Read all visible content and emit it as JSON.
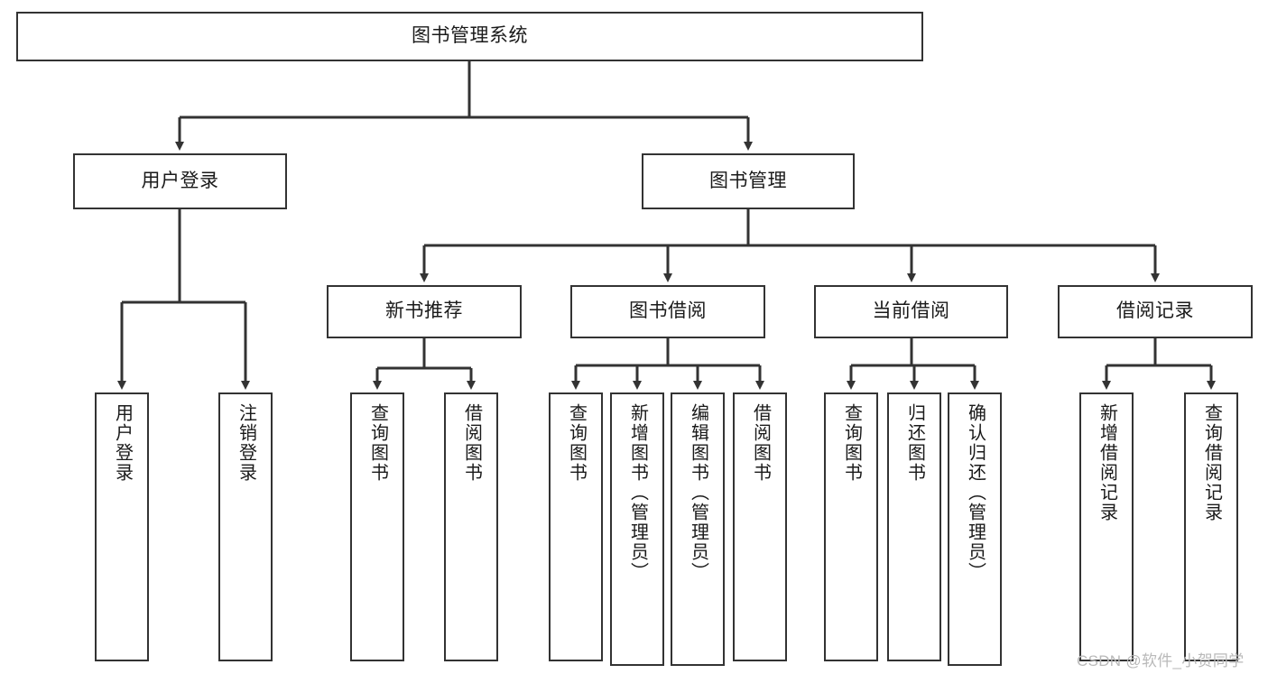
{
  "diagram": {
    "type": "tree-hierarchy-chart",
    "title": "图书管理系统",
    "root": {
      "id": "root",
      "label": "图书管理系统",
      "orientation": "horizontal"
    },
    "level2": [
      {
        "id": "user-login",
        "label": "用户登录",
        "orientation": "horizontal"
      },
      {
        "id": "book-management",
        "label": "图书管理",
        "orientation": "horizontal"
      }
    ],
    "level3": [
      {
        "id": "new-book-recommend",
        "label": "新书推荐",
        "orientation": "horizontal",
        "parent": "book-management"
      },
      {
        "id": "book-borrow",
        "label": "图书借阅",
        "orientation": "horizontal",
        "parent": "book-management"
      },
      {
        "id": "current-borrow",
        "label": "当前借阅",
        "orientation": "horizontal",
        "parent": "book-management"
      },
      {
        "id": "borrow-record",
        "label": "借阅记录",
        "orientation": "horizontal",
        "parent": "book-management"
      }
    ],
    "leaves": [
      {
        "id": "leaf-user-login",
        "label": "用户登录",
        "parent": "user-login"
      },
      {
        "id": "leaf-logout-login",
        "label": "注销登录",
        "parent": "user-login"
      },
      {
        "id": "leaf-query-book-1",
        "label": "查询图书",
        "parent": "new-book-recommend"
      },
      {
        "id": "leaf-borrow-book-1",
        "label": "借阅图书",
        "parent": "new-book-recommend"
      },
      {
        "id": "leaf-query-book-2",
        "label": "查询图书",
        "parent": "book-borrow"
      },
      {
        "id": "leaf-add-book",
        "label": "新增图书（管理员）",
        "parent": "book-borrow"
      },
      {
        "id": "leaf-edit-book",
        "label": "编辑图书（管理员）",
        "parent": "book-borrow"
      },
      {
        "id": "leaf-borrow-book-2",
        "label": "借阅图书",
        "parent": "book-borrow"
      },
      {
        "id": "leaf-query-book-3",
        "label": "查询图书",
        "parent": "current-borrow"
      },
      {
        "id": "leaf-return-book",
        "label": "归还图书",
        "parent": "current-borrow"
      },
      {
        "id": "leaf-confirm-return",
        "label": "确认归还（管理员）",
        "parent": "current-borrow"
      },
      {
        "id": "leaf-add-record",
        "label": "新增借阅记录",
        "parent": "borrow-record"
      },
      {
        "id": "leaf-query-record",
        "label": "查询借阅记录",
        "parent": "borrow-record"
      }
    ],
    "colors": {
      "box_border": "#333333",
      "box_fill": "#ffffff",
      "edge": "#333333",
      "text": "#1a1a1a",
      "watermark": "#b9b9b9",
      "background": "#ffffff"
    }
  },
  "watermark": {
    "text": "CSDN @软件_小贺同学"
  }
}
